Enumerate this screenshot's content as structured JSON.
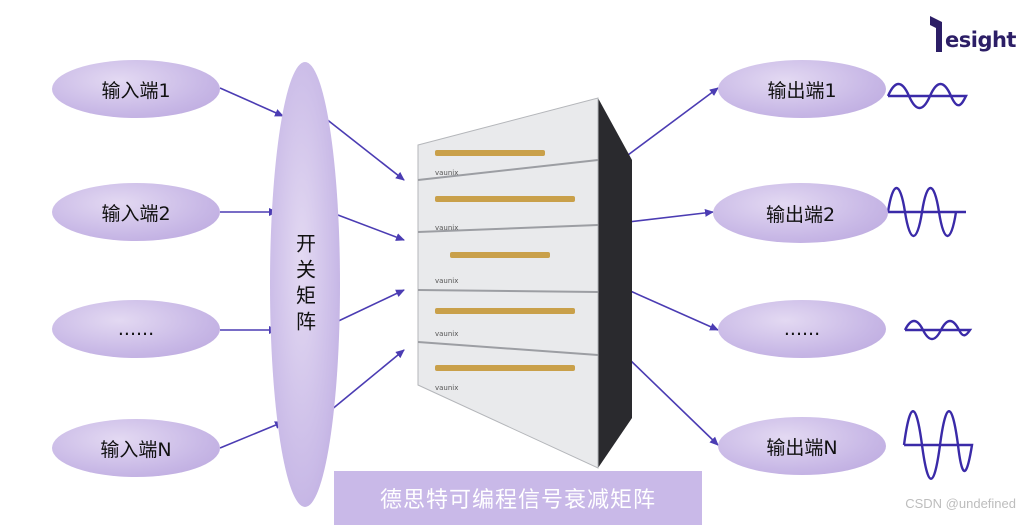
{
  "inputs": [
    "输入端1",
    "输入端2",
    "......",
    "输入端N"
  ],
  "switch_label": "开关矩阵",
  "outputs": [
    "输出端1",
    "输出端2",
    "......",
    "输出端N"
  ],
  "caption": "德思特可编程信号衰减矩阵",
  "device_brand": "vaunix",
  "logo_text": "esight",
  "watermark": "CSDN @undefined",
  "colors": {
    "ellipse": "#c8b8e6",
    "arrow": "#4b3cb3",
    "wave": "#3a2aa8",
    "caption_bg": "#c9b9e8"
  }
}
